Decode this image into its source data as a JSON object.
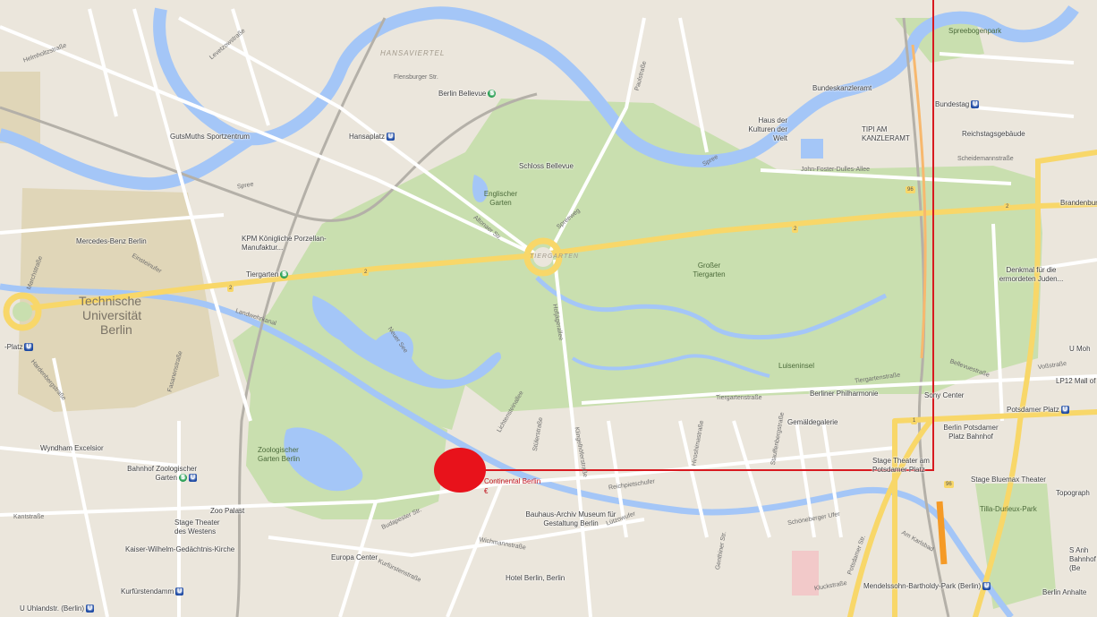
{
  "labels": {
    "technische": "Technische",
    "universitat": "Universität",
    "berlin_tu": "Berlin",
    "hansaviertel": "HANSAVIERTEL",
    "tiergarten_circle": "TIERGARTEN",
    "grosser_tiergarten": "Großer Tiergarten",
    "englischer_garten": "Englischer Garten",
    "luiseninsel": "Luiseninsel",
    "spreebogenpark": "Spreebogenpark",
    "zoo_garten": "Zoologischer Garten Berlin",
    "schloss_bellevue": "Schloss Bellevue",
    "berlin_bellevue": "Berlin Bellevue",
    "hansaplatz": "Hansaplatz",
    "gutsmuths": "GutsMuths Sportzentrum",
    "kpm": "KPM Königliche Porzellan-Manufaktur...",
    "mercedes": "Mercedes-Benz Berlin",
    "tiergarten_station": "Tiergarten",
    "bundeskanzleramt": "Bundeskanzleramt",
    "bundestag": "Bundestag",
    "reichstag": "Reichstagsgebäude",
    "haus_kulturen": "Haus der Kulturen der Welt",
    "tipi": "TIPI AM KANZLERAMT",
    "scheidemannstr": "Scheidemannstraße",
    "john_foster_1": "John-Foster-Dulles-Allee",
    "brandenburger": "Brandenburger",
    "denkmal": "Denkmal für die ermordeten Juden...",
    "philharmonie": "Berliner Philharmonie",
    "sony": "Sony Center",
    "potsdamer_platz": "Potsdamer Platz",
    "berlin_potsdamer": "Berlin Potsdamer Platz Bahnhof",
    "gemaeldegalerie": "Gemäldegalerie",
    "stage_theater": "Stage Theater am Potsdamer Platz",
    "stage_bluemax": "Stage Bluemax Theater",
    "tilla_durieux": "Tilla-Durieux-Park",
    "lp12": "LP12 Mall of Berl",
    "mendelssohn": "Mendelssohn-Bartholdy-Park (Berlin)",
    "berlin_anhalter": "Berlin Anhalte",
    "s_anhalter": "S Anh Bahnhof (Be",
    "topograph": "Topograph",
    "u_mohren": "U Moh",
    "continental": "Continental Berlin",
    "euro": "€",
    "bauhaus": "Bauhaus-Archiv Museum für Gestaltung Berlin",
    "hotel_berlin": "Hotel Berlin, Berlin",
    "europa_center": "Europa Center",
    "kaiser_wilhelm": "Kaiser-Wilhelm-Gedächtnis-Kirche",
    "stage_des_westens": "Stage Theater des Westens",
    "zoo_palast": "Zoo Palast",
    "bahnhof_zoo": "Bahnhof Zoologischer Garten",
    "wyndham": "Wyndham Excelsior",
    "kurfuerstendamm": "Kurfürstendamm",
    "uhlandstr": "U Uhlandstr. (Berlin)",
    "kantstrasse": "Kantstraße",
    "ernst_reuter": "-Platz",
    "tiergartenstrasse": "Tiergartenstraße",
    "tiergartenstrasse2": "Tiergartenstraße",
    "reichpietschufer": "Reichpietschufer",
    "schoeneberger_ufer": "Schöneberger Ufer",
    "landwehrkanal": "Landwehrkanal",
    "neuer_see": "Neuer See",
    "budapester": "Budapester Str.",
    "kurfuerstenstrasse": "Kurfürstenstraße",
    "hofjaeger": "Hofjägerallee",
    "altonaer": "Altonaer Str.",
    "spreeweg": "Spreeweg",
    "stuelerstr": "Stülerstraße",
    "klingelhoefer": "Klingelhöferstraße",
    "fasanenstrasse": "Fasanenstraße",
    "hardenberg": "Hardenbergstraße",
    "march": "Marchstraße",
    "einstein": "Einsteinufer",
    "spree1": "Spree",
    "spree2": "Spree",
    "helmholtz": "Helmholtzstraße",
    "levetzow": "Levetzowstraße",
    "flensburger": "Flensburger Str.",
    "paulstrasse": "Paulstraße",
    "vossstrasse": "Voßstraße",
    "luetzow": "Lützowufer",
    "genthiner": "Genthiner Str.",
    "wichmann": "Wichmannstraße",
    "lichtenstein": "Lichtensteinallee",
    "hiroshima": "Hiroshimastraße",
    "bellevue": "Bellevuestraße",
    "stauffenberg": "Stauffenbergstraße",
    "potsdamer_str": "Potsdamer Str.",
    "am_karlsbad": "Am Karlsbad",
    "kluckstr": "Kluckstraße"
  },
  "badges": {
    "u": "U",
    "s": "S",
    "road2": "2",
    "road1": "1",
    "road96": "96"
  },
  "colors": {
    "land": "#ebe6dc",
    "park": "#c9dfaf",
    "water": "#a4c6f7",
    "campus": "#e0d6b8",
    "major_road": "#f8d769",
    "road": "#ffffff",
    "rail": "#b4b0a8",
    "marker": "#e8121b",
    "route": "#d8191f",
    "ubahn": "#1b48a3",
    "sbahn": "#1a9a49"
  }
}
